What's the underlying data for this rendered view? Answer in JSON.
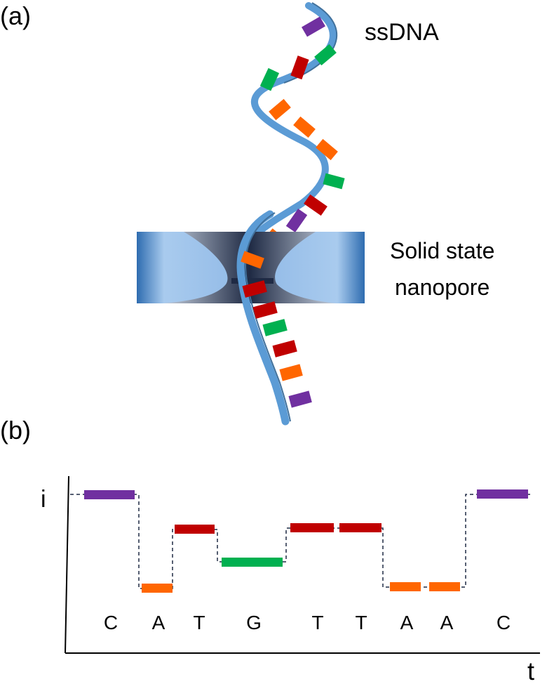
{
  "panel_a": {
    "label": "(a)",
    "strand_label": "ssDNA",
    "pore_label_line1": "Solid state",
    "pore_label_line2": "nanopore"
  },
  "panel_b": {
    "label": "(b)",
    "y_axis_label": "i",
    "x_axis_label": "t",
    "sequence": [
      "C",
      "A",
      "T",
      "G",
      "T",
      "T",
      "A",
      "A",
      "C"
    ]
  },
  "colors": {
    "C": "#7030a0",
    "A": "#ff6600",
    "T": "#c00000",
    "G": "#00b050",
    "strand": "#5b9bd5",
    "strand_edge": "#41719c",
    "pore_body": "#5b9bd5",
    "pore_cone": "#1f2a44"
  },
  "current_levels": {
    "C": "high",
    "A": "lowest",
    "T": "upper-middle",
    "G": "lower-middle"
  }
}
